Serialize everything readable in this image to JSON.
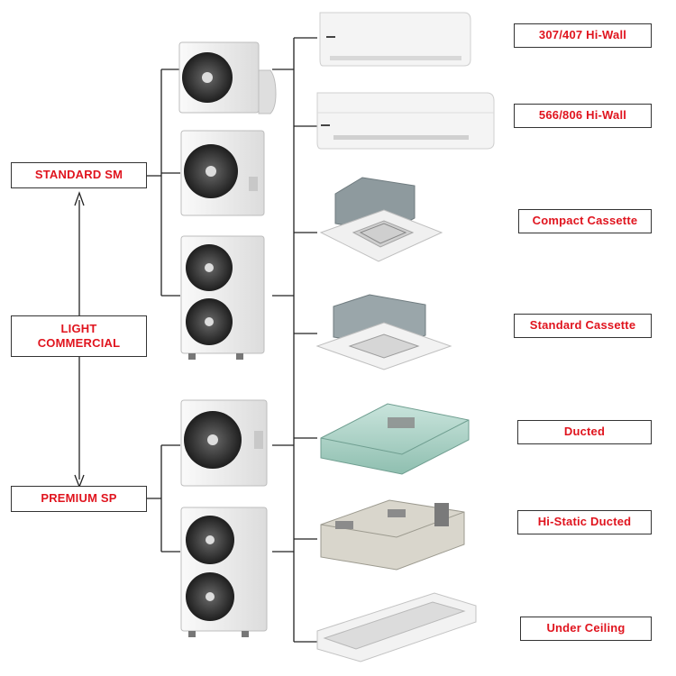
{
  "colors": {
    "label_text": "#e0141e",
    "line": "#222222",
    "unit_body": "#f2f2f2",
    "fan_dark": "#2b2b2b"
  },
  "categories": {
    "standard": "STANDARD SM",
    "light_commercial_line1": "LIGHT",
    "light_commercial_line2": "COMMERCIAL",
    "premium": "PREMIUM SP"
  },
  "indoor_labels": [
    "307/407 Hi-Wall",
    "566/806 Hi-Wall",
    "Compact Cassette",
    "Standard Cassette",
    "Ducted",
    "Hi-Static Ducted",
    "Under Ceiling"
  ],
  "outdoor_units": [
    {
      "icon": "single-fan-small-outdoor-unit-icon"
    },
    {
      "icon": "single-fan-outdoor-unit-icon"
    },
    {
      "icon": "twin-fan-outdoor-unit-icon"
    },
    {
      "icon": "single-fan-outdoor-unit-icon"
    },
    {
      "icon": "twin-fan-outdoor-unit-icon"
    }
  ],
  "indoor_icons": [
    "hi-wall-small-unit-icon",
    "hi-wall-large-unit-icon",
    "compact-cassette-unit-icon",
    "standard-cassette-unit-icon",
    "ducted-unit-icon",
    "hi-static-ducted-unit-icon",
    "under-ceiling-unit-icon"
  ]
}
